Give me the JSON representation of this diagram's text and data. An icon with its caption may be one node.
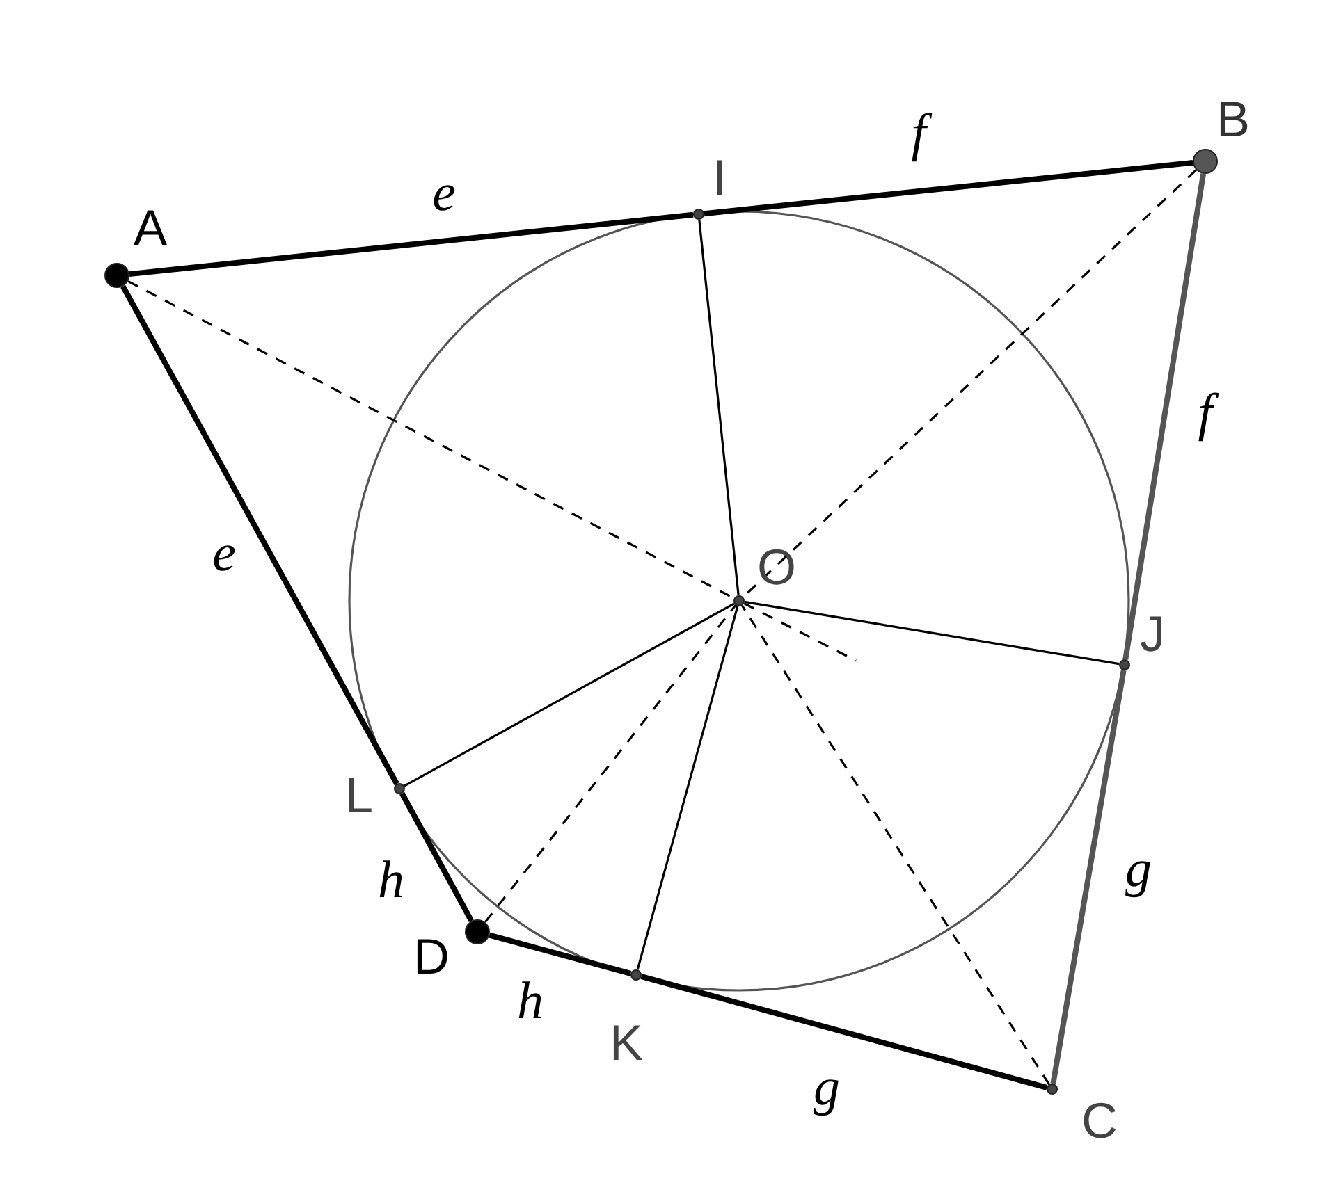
{
  "diagram": {
    "nodes": [
      {
        "text": [
          "A"
        ]
      },
      {
        "text": [
          "B"
        ]
      },
      {
        "text": [
          "C"
        ]
      },
      {
        "text": [
          "D"
        ]
      },
      {
        "text": [
          "I"
        ]
      },
      {
        "text": [
          "J"
        ]
      },
      {
        "text": [
          "K"
        ]
      },
      {
        "text": [
          "L"
        ]
      },
      {
        "text": [
          "O"
        ]
      }
    ],
    "edges": [
      {
        "from": 0,
        "to": 4,
        "arrow": "none",
        "label": "e",
        "style": "thick"
      },
      {
        "from": 4,
        "to": 1,
        "arrow": "none",
        "label": "f",
        "style": "thick"
      },
      {
        "from": 1,
        "to": 5,
        "arrow": "none",
        "label": "f",
        "style": "thick",
        "color": "#555555"
      },
      {
        "from": 5,
        "to": 2,
        "arrow": "none",
        "label": "g",
        "style": "thick",
        "color": "#555555"
      },
      {
        "from": 2,
        "to": 6,
        "arrow": "none",
        "label": "g",
        "style": "thick"
      },
      {
        "from": 6,
        "to": 3,
        "arrow": "none",
        "label": "h",
        "style": "thick"
      },
      {
        "from": 3,
        "to": 7,
        "arrow": "none",
        "label": "h",
        "style": "thick"
      },
      {
        "from": 7,
        "to": 0,
        "arrow": "none",
        "label": "e",
        "style": "thick"
      },
      {
        "from": 0,
        "to": 8,
        "arrow": "none",
        "style": "dashed"
      },
      {
        "from": 1,
        "to": 8,
        "arrow": "none",
        "style": "dashed"
      },
      {
        "from": 2,
        "to": 8,
        "arrow": "none",
        "style": "dashed"
      },
      {
        "from": 3,
        "to": 8,
        "arrow": "none",
        "style": "dashed"
      },
      {
        "from": 8,
        "to": 4,
        "arrow": "none"
      },
      {
        "from": 8,
        "to": 5,
        "arrow": "none"
      },
      {
        "from": 8,
        "to": 6,
        "arrow": "none"
      },
      {
        "from": 8,
        "to": 7,
        "arrow": "none"
      },
      {
        "from": 8,
        "to": null,
        "arrow": "none",
        "style": "dashed"
      }
    ]
  }
}
